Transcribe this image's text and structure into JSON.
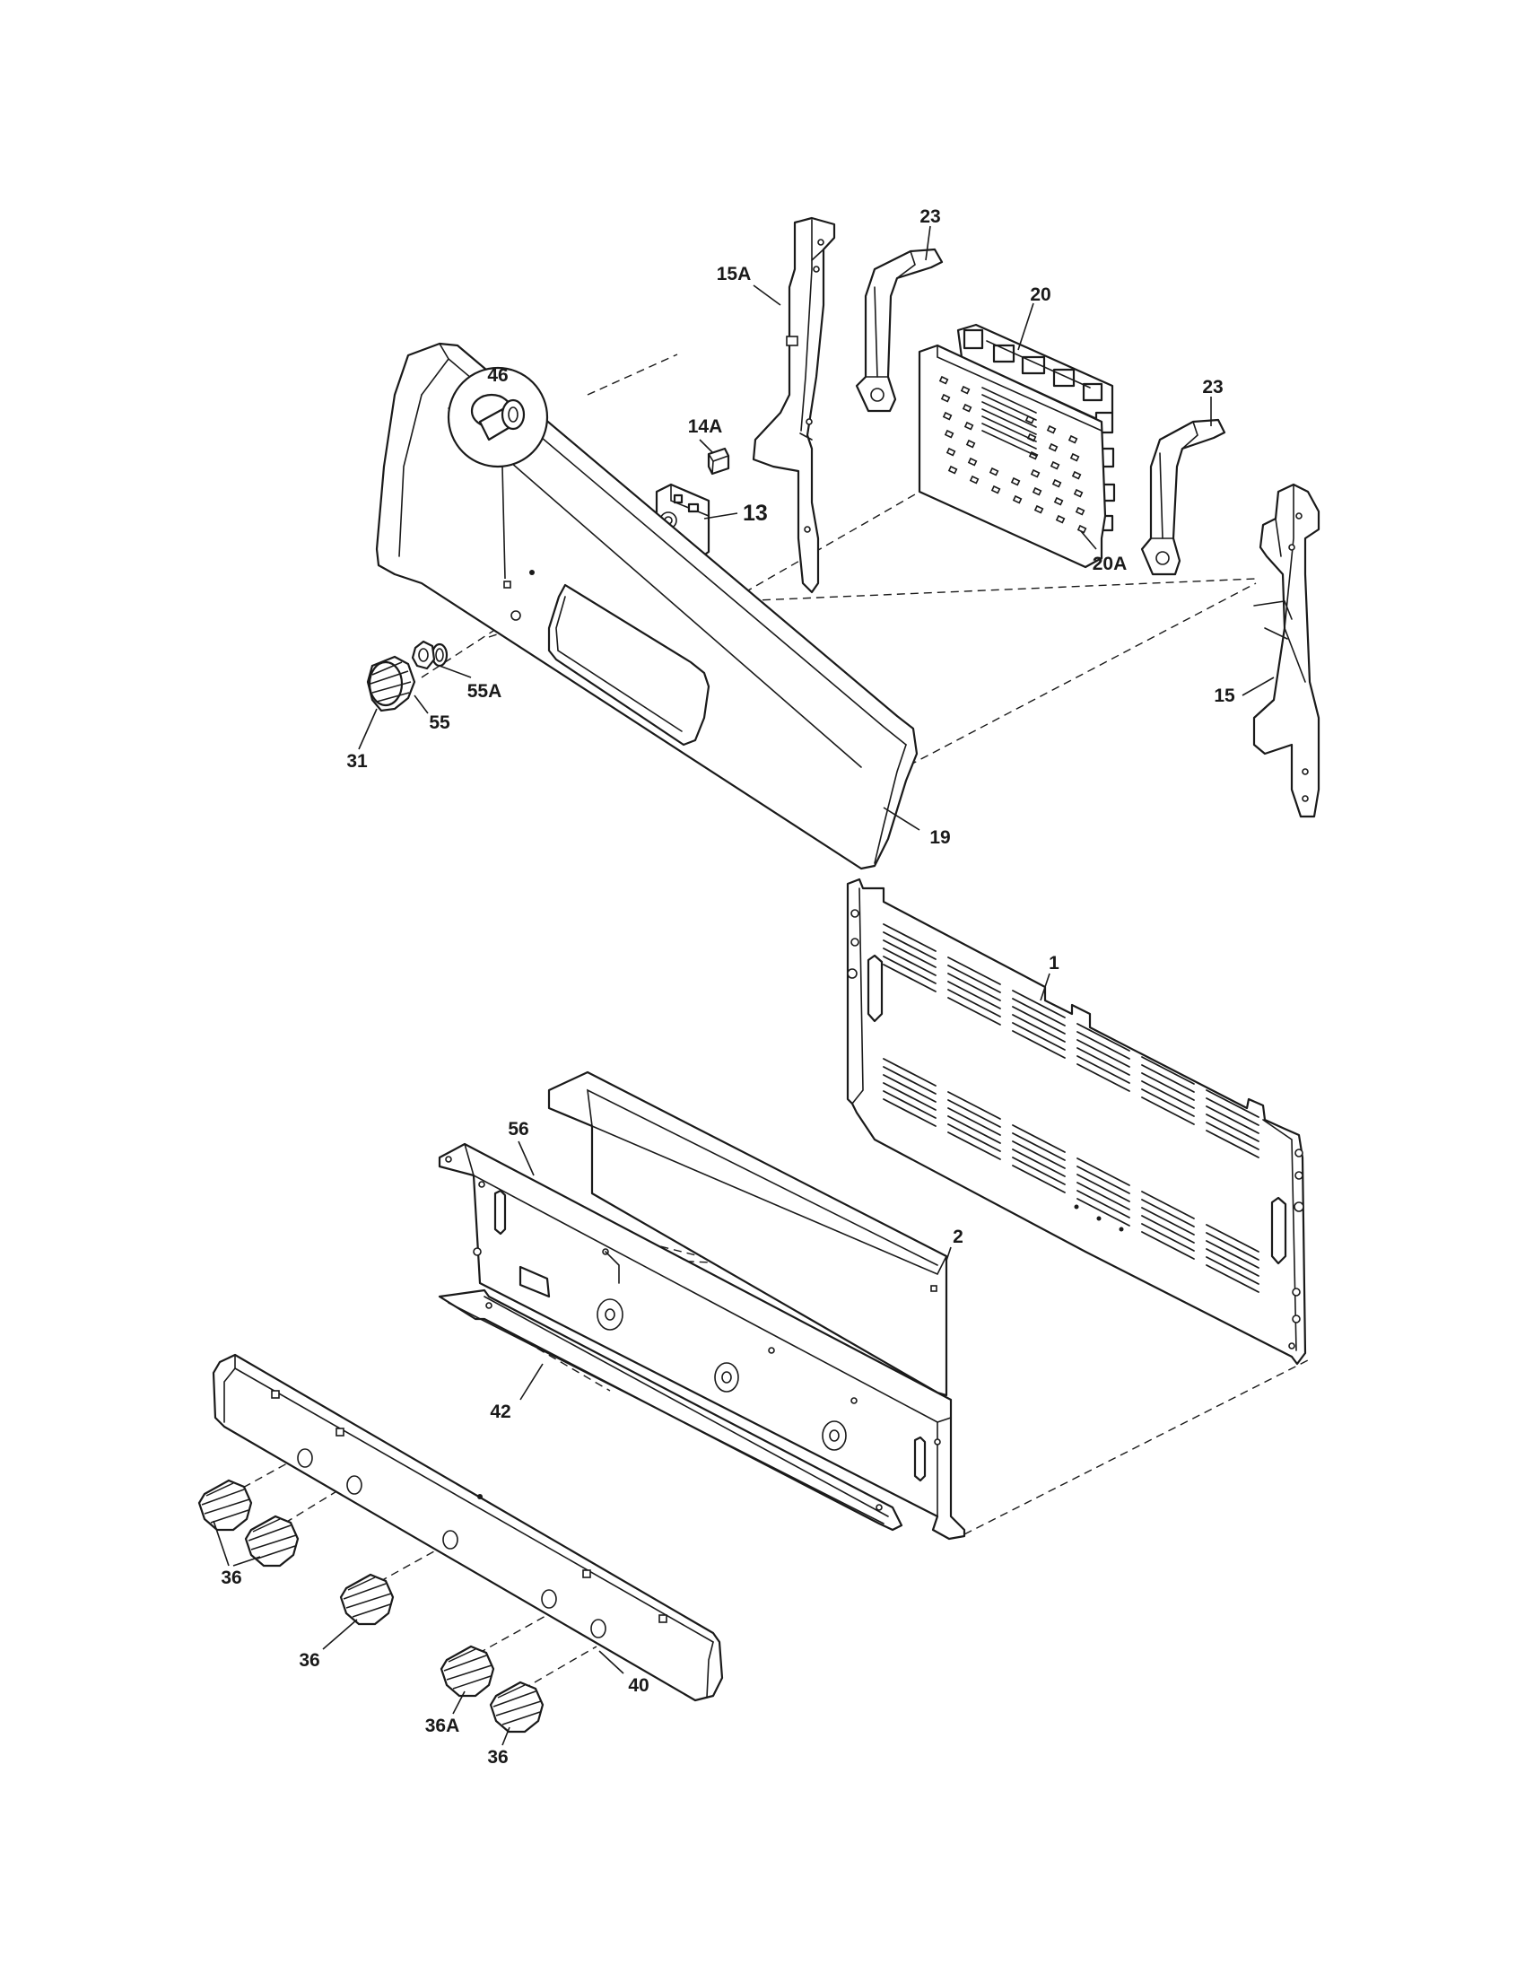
{
  "diagram": {
    "callouts": {
      "p1": "1",
      "p2": "2",
      "p13": "13",
      "p14a": "14A",
      "p15": "15",
      "p15a": "15A",
      "p19": "19",
      "p20": "20",
      "p20a": "20A",
      "p23a": "23",
      "p23b": "23",
      "p31": "31",
      "p36a": "36",
      "p36b": "36",
      "p36c": "36",
      "p36d": "36A",
      "p40": "40",
      "p42": "42",
      "p46": "46",
      "p55": "55",
      "p55a": "55A",
      "p56": "56"
    }
  }
}
